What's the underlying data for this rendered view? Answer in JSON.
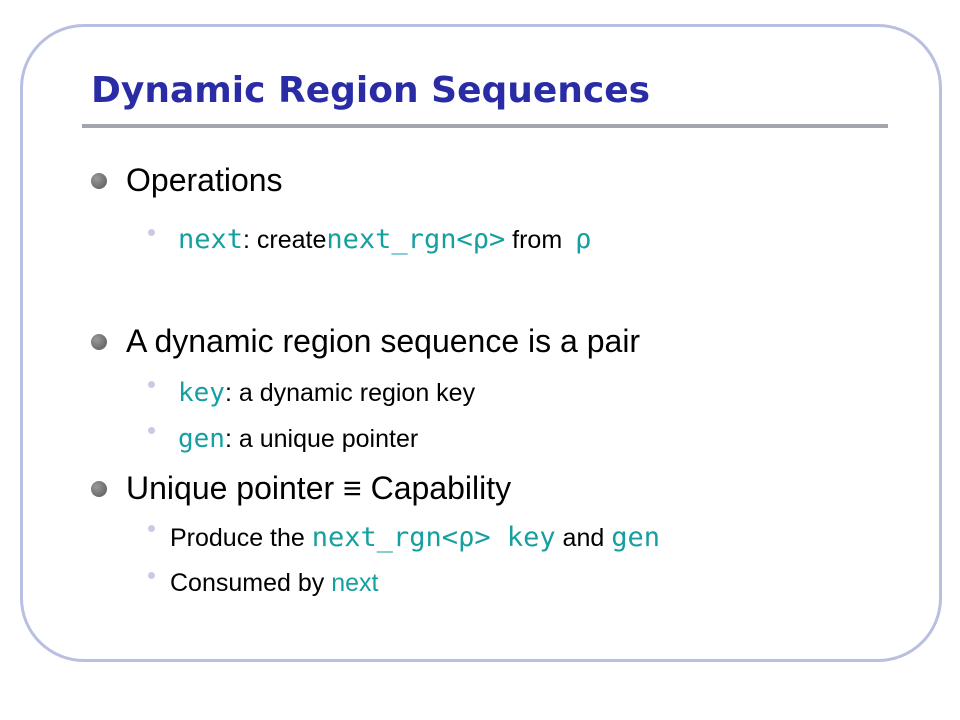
{
  "slide": {
    "title": "Dynamic Region Sequences",
    "bullets": [
      {
        "text": "Operations",
        "sub": [
          {
            "code1": "next",
            "t1": ": create ",
            "code2": "next_rgn<ρ>",
            "t2": " from ",
            "code3": "ρ"
          }
        ]
      },
      {
        "text": "A dynamic region sequence is a pair",
        "sub": [
          {
            "code": "key",
            "text": ": a dynamic region key"
          },
          {
            "code": "gen",
            "text": ": a unique pointer"
          }
        ]
      },
      {
        "text": "Unique pointer ≡ Capability",
        "sub": [
          {
            "t1": "Produce the ",
            "code1": "next_rgn<ρ>",
            "code2": " key",
            "t2": " and ",
            "code3": "gen"
          },
          {
            "t1": "Consumed by ",
            "t2": "next"
          }
        ]
      }
    ]
  },
  "colors": {
    "title": "#2a2ca6",
    "code": "#169fa0",
    "frame": "#b9bfe0",
    "rule": "#a3a5ad"
  }
}
